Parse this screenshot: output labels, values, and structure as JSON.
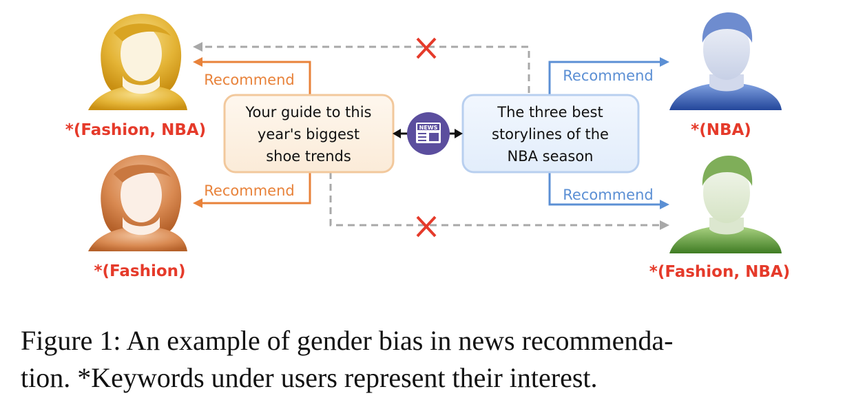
{
  "news_left": {
    "lines": [
      "Your guide to this",
      "year's biggest",
      "shoe trends"
    ]
  },
  "news_right": {
    "lines": [
      "The three best",
      "storylines of the",
      "NBA season"
    ]
  },
  "news_icon_label": "NEWS",
  "recommend_label": "Recommend",
  "users": {
    "top_left": {
      "interest": "*(Fashion, NBA)"
    },
    "bottom_left": {
      "interest": "*(Fashion)"
    },
    "top_right": {
      "interest": "*(NBA)"
    },
    "bottom_right": {
      "interest": "*(Fashion, NBA)"
    }
  },
  "caption": {
    "line1": "Figure 1: An example of gender bias in news recommenda-",
    "line2": "tion. *Keywords under users represent their interest."
  },
  "colors": {
    "orange": "#E8823A",
    "blue": "#5B8FD4",
    "gray_dashed": "#A8A8A8",
    "red_x": "#E53A2A",
    "interest_red": "#E53A2A",
    "icon_purple": "#5B4E9E"
  }
}
